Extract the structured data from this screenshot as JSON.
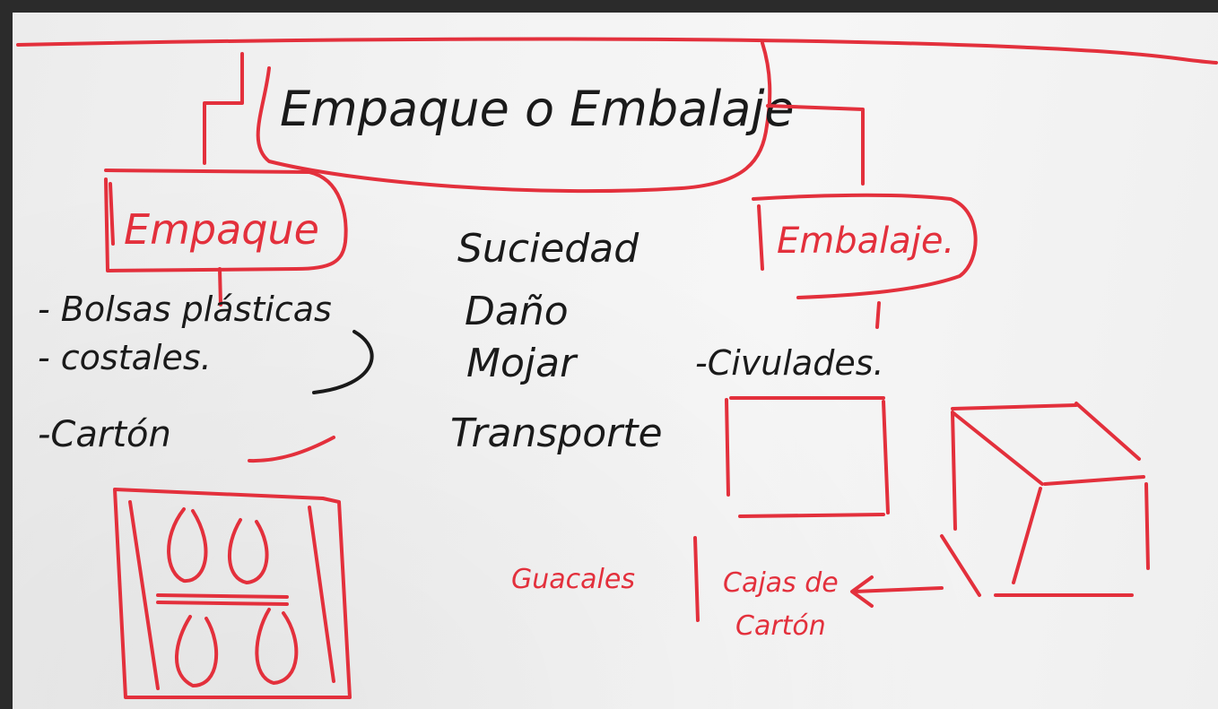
{
  "title": "Empaque o Embalaje",
  "left_node": {
    "label": "Empaque",
    "items": [
      "- Bolsas plásticas",
      "- costales.",
      "-Cartón"
    ]
  },
  "right_node": {
    "label": "Embalaje.",
    "items": [
      "-Civulades."
    ]
  },
  "center_list": [
    "Suciedad",
    "Daño",
    "Mojar",
    "Transporte"
  ],
  "bottom_labels": {
    "crates": "Guacales",
    "boxes_line1": "Cajas de",
    "boxes_line2": "Cartón"
  },
  "colors": {
    "red_marker": "#e3303c",
    "black_marker": "#1a1a1a",
    "paper": "#f2f2f2"
  }
}
